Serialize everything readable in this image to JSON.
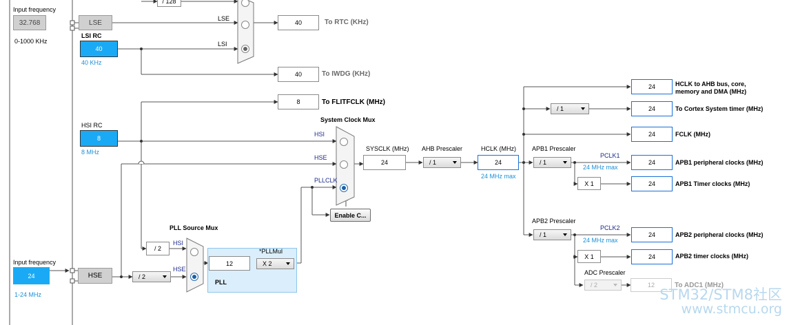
{
  "lse_section": {
    "input_frequency_label": "Input frequency",
    "input_value": "32.768",
    "input_range": "0-1000 KHz",
    "lse_label": "LSE",
    "top_divider": "/ 128",
    "mux_inputs": [
      "LSE",
      "LSI"
    ],
    "rtc_value": "40",
    "rtc_label": "To RTC (KHz)"
  },
  "lsi_rc": {
    "label": "LSI RC",
    "value": "40",
    "sub": "40 KHz"
  },
  "iwdg": {
    "value": "40",
    "label": "To IWDG (KHz)"
  },
  "flitf": {
    "value": "8",
    "label": "To FLITFCLK (MHz)"
  },
  "hsi_rc": {
    "label": "HSI RC",
    "value": "8",
    "sub": "8 MHz"
  },
  "system_mux": {
    "title": "System Clock Mux",
    "inputs": [
      "HSI",
      "HSE",
      "PLLCLK"
    ],
    "enable_button": "Enable C..."
  },
  "sysclk": {
    "label": "SYSCLK (MHz)",
    "value": "24"
  },
  "ahb": {
    "label": "AHB Prescaler",
    "value": "/ 1"
  },
  "hclk": {
    "label": "HCLK (MHz)",
    "value": "24",
    "sub": "24 MHz max"
  },
  "apb1": {
    "label": "APB1 Prescaler",
    "value": "/ 1",
    "pclk_label": "PCLK1",
    "pclk_max": "24 MHz max",
    "timer_mult": "X 1"
  },
  "apb2": {
    "label": "APB2 Prescaler",
    "value": "/ 1",
    "pclk_label": "PCLK2",
    "pclk_max": "24 MHz max",
    "timer_mult": "X 1"
  },
  "adc": {
    "label": "ADC Prescaler",
    "value": "/ 2",
    "out_value": "12",
    "out_label": "To ADC1 (MHz)"
  },
  "cortex_div": "/ 1",
  "outputs": [
    {
      "value": "24",
      "label": "HCLK to AHB bus, core,",
      "label2": "memory and DMA (MHz)"
    },
    {
      "value": "24",
      "label": "To Cortex System timer (MHz)"
    },
    {
      "value": "24",
      "label": "FCLK (MHz)"
    },
    {
      "value": "24",
      "label": "APB1 peripheral clocks (MHz)"
    },
    {
      "value": "24",
      "label": "APB1 Timer clocks (MHz)"
    },
    {
      "value": "24",
      "label": "APB2 peripheral clocks (MHz)"
    },
    {
      "value": "24",
      "label": "APB2 timer clocks (MHz)"
    }
  ],
  "pll_source": {
    "title": "PLL Source Mux",
    "hsi_div": "/ 2",
    "inputs": [
      "HSI",
      "HSE"
    ]
  },
  "pll": {
    "label": "PLL",
    "mul_label": "*PLLMul",
    "input_value": "12",
    "mul_value": "X 2"
  },
  "hse_section": {
    "input_frequency_label": "Input frequency",
    "input_value": "24",
    "input_range": "1-24 MHz",
    "hse_label": "HSE",
    "prediv": "/ 2"
  },
  "watermark": {
    "line1": "STM32/STM8社区",
    "line2": "www.stmcu.org"
  },
  "colors": {
    "accent": "#1aaaf5",
    "value_border": "#1a6fd8",
    "pll_panel": "#dbeefb",
    "watermark": "#b8d8ee"
  }
}
